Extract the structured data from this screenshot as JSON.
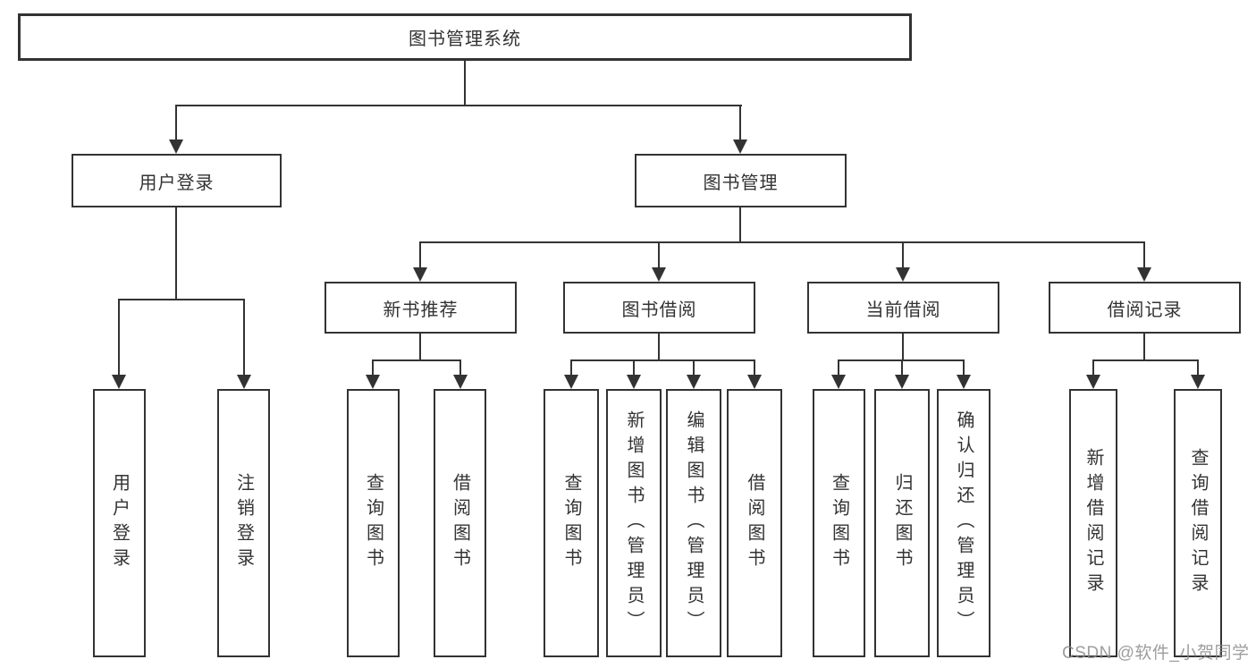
{
  "tree": {
    "root": "图书管理系统",
    "children": [
      {
        "label": "用户登录",
        "children": [
          "用户登录",
          "注销登录"
        ]
      },
      {
        "label": "图书管理",
        "children": [
          {
            "label": "新书推荐",
            "children": [
              "查询图书",
              "借阅图书"
            ]
          },
          {
            "label": "图书借阅",
            "children": [
              "查询图书",
              "新增图书（管理员）",
              "编辑图书（管理员）",
              "借阅图书"
            ]
          },
          {
            "label": "当前借阅",
            "children": [
              "查询图书",
              "归还图书",
              "确认归还（管理员）"
            ]
          },
          {
            "label": "借阅记录",
            "children": [
              "新增借阅记录",
              "查询借阅记录"
            ]
          }
        ]
      }
    ]
  },
  "watermark": {
    "text": "CSDN @软件_小贺同学"
  },
  "colors": {
    "line": "#333333",
    "text": "#333333",
    "background": "#ffffff",
    "watermark": "#8c8c8c"
  }
}
